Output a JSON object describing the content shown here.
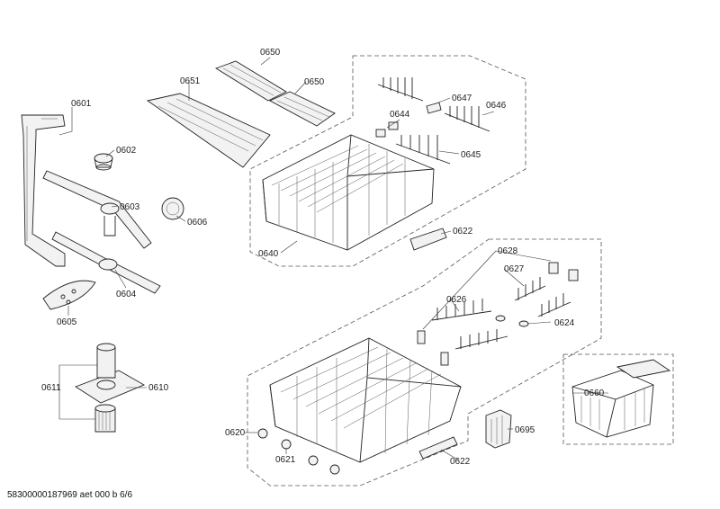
{
  "diagram": {
    "labels": {
      "p0601": "0601",
      "p0602": "0602",
      "p0603": "0603",
      "p0604": "0604",
      "p0605": "0605",
      "p0606": "0606",
      "p0610": "0610",
      "p0611": "0611",
      "p0620": "0620",
      "p0621": "0621",
      "p0622a": "0622",
      "p0622b": "0622",
      "p0624": "0624",
      "p0626": "0626",
      "p0627": "0627",
      "p0628": "0628",
      "p0640": "0640",
      "p0644": "0644",
      "p0645": "0645",
      "p0646": "0646",
      "p0647": "0647",
      "p0650a": "0650",
      "p0650b": "0650",
      "p0651": "0651",
      "p0660": "0660",
      "p0695": "0695"
    },
    "footer": "58300000187969 aet 000 b 6/6"
  }
}
